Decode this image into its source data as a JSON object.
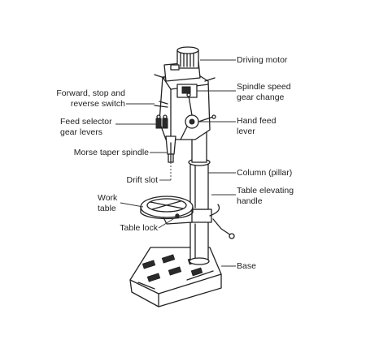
{
  "labels": {
    "driving_motor": "Driving motor",
    "spindle_speed": [
      "Spindle speed",
      "gear change"
    ],
    "forward_switch": [
      "Forward, stop and",
      "reverse switch"
    ],
    "hand_feed": [
      "Hand feed",
      "lever"
    ],
    "feed_selector": [
      "Feed selector",
      "gear levers"
    ],
    "morse_taper": "Morse taper spindle",
    "drift_slot": "Drift slot",
    "column": "Column (pillar)",
    "table_elevating": [
      "Table elevating",
      "handle"
    ],
    "work_table": [
      "Work",
      "table"
    ],
    "table_lock": "Table lock",
    "base": "Base"
  }
}
